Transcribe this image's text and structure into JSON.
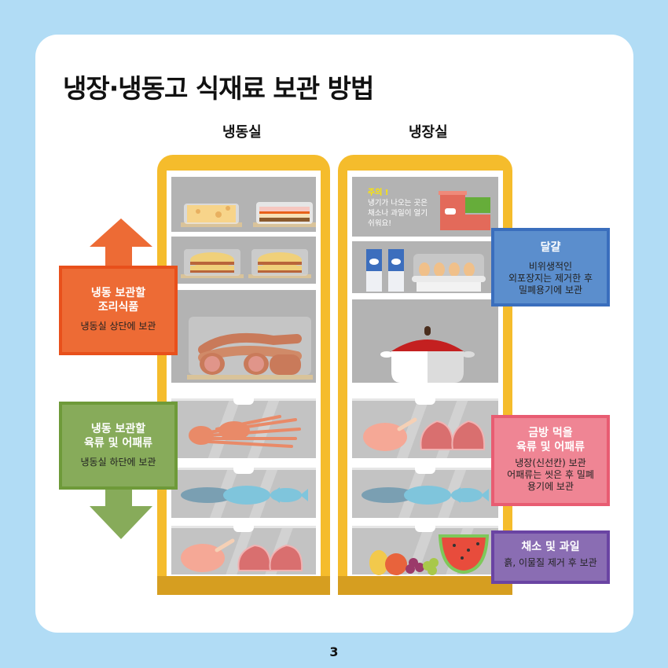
{
  "page": {
    "title": "냉장·냉동고 식재료 보관 방법",
    "page_number": "3",
    "background_color": "#b1dcf5"
  },
  "columns": {
    "freezer_label": "냉동실",
    "fridge_label": "냉장실"
  },
  "freezer": {
    "shelves": [
      {
        "items": [
          "cheese",
          "cake"
        ]
      },
      {
        "items": [
          "sandwich",
          "sandwich"
        ]
      },
      {
        "items": [
          "sausages"
        ]
      }
    ],
    "drawers": [
      {
        "items": [
          "octopus"
        ]
      },
      {
        "items": [
          "fish",
          "fish",
          "fish"
        ]
      },
      {
        "items": [
          "chicken",
          "steak",
          "steak"
        ]
      }
    ]
  },
  "fridge": {
    "warning": {
      "head": "주의 !",
      "lines": [
        "냉기가 나오는 곳은",
        "채소나 과일이 얼기",
        "쉬워요!"
      ]
    },
    "shelves": [
      {
        "items": [
          "containers"
        ]
      },
      {
        "items": [
          "milk",
          "milk",
          "eggs"
        ]
      },
      {
        "items": [
          "pot"
        ]
      }
    ],
    "drawers": [
      {
        "items": [
          "chicken",
          "steak",
          "steak"
        ]
      },
      {
        "items": [
          "fish",
          "fish",
          "fish"
        ]
      },
      {
        "items": [
          "pear",
          "apple",
          "grapes",
          "watermelon"
        ]
      }
    ]
  },
  "callouts": {
    "freezer_top": {
      "head_line1": "냉동 보관할",
      "head_line2": "조리식품",
      "body": "냉동실 상단에 보관",
      "color": "#ed6b35"
    },
    "freezer_bottom": {
      "head_line1": "냉동 보관할",
      "head_line2": "육류 및 어패류",
      "body": "냉동실 하단에 보관",
      "color": "#87ab5a"
    },
    "eggs": {
      "head": "달걀",
      "body_line1": "비위생적인",
      "body_line2": "외포장지는 제거한 후",
      "body_line3": "밀폐용기에 보관",
      "color": "#5b8ecd"
    },
    "meat_fish": {
      "head_line1": "금방 먹을",
      "head_line2": "육류 및 어패류",
      "body_line1": "냉장(신선칸) 보관",
      "body_line2": "어패류는 씻은 후 밀폐",
      "body_line3": "용기에 보관",
      "color": "#ef8594"
    },
    "vegetables": {
      "head": "채소 및 과일",
      "body": "흙, 이물질 제거 후 보관",
      "color": "#8a6db3"
    }
  }
}
